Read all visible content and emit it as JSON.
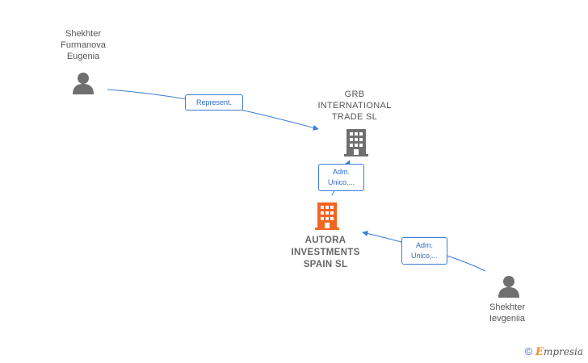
{
  "nodes": {
    "person_top": {
      "name": "Shekhter\nFurmanova\nEugenia"
    },
    "company_grb": {
      "name": "GRB\nINTERNATIONAL\nTRADE  SL"
    },
    "company_autora": {
      "name": "AUTORA\nINVESTMENTS\nSPAIN  SL"
    },
    "person_bottom": {
      "name": "Shekhter\nIevgeniia"
    }
  },
  "edges": {
    "represent": "Represent.",
    "adm_grb": "Adm.\nUnico,...",
    "adm_autora": "Adm.\nUnico,..."
  },
  "footer": {
    "copyright": "©",
    "brand_e": "E",
    "brand_rest": "mpresia"
  },
  "colors": {
    "edge": "#3a7bd5",
    "main_company": "#f26522",
    "company": "#6f6f6f",
    "person": "#6f6f6f"
  }
}
